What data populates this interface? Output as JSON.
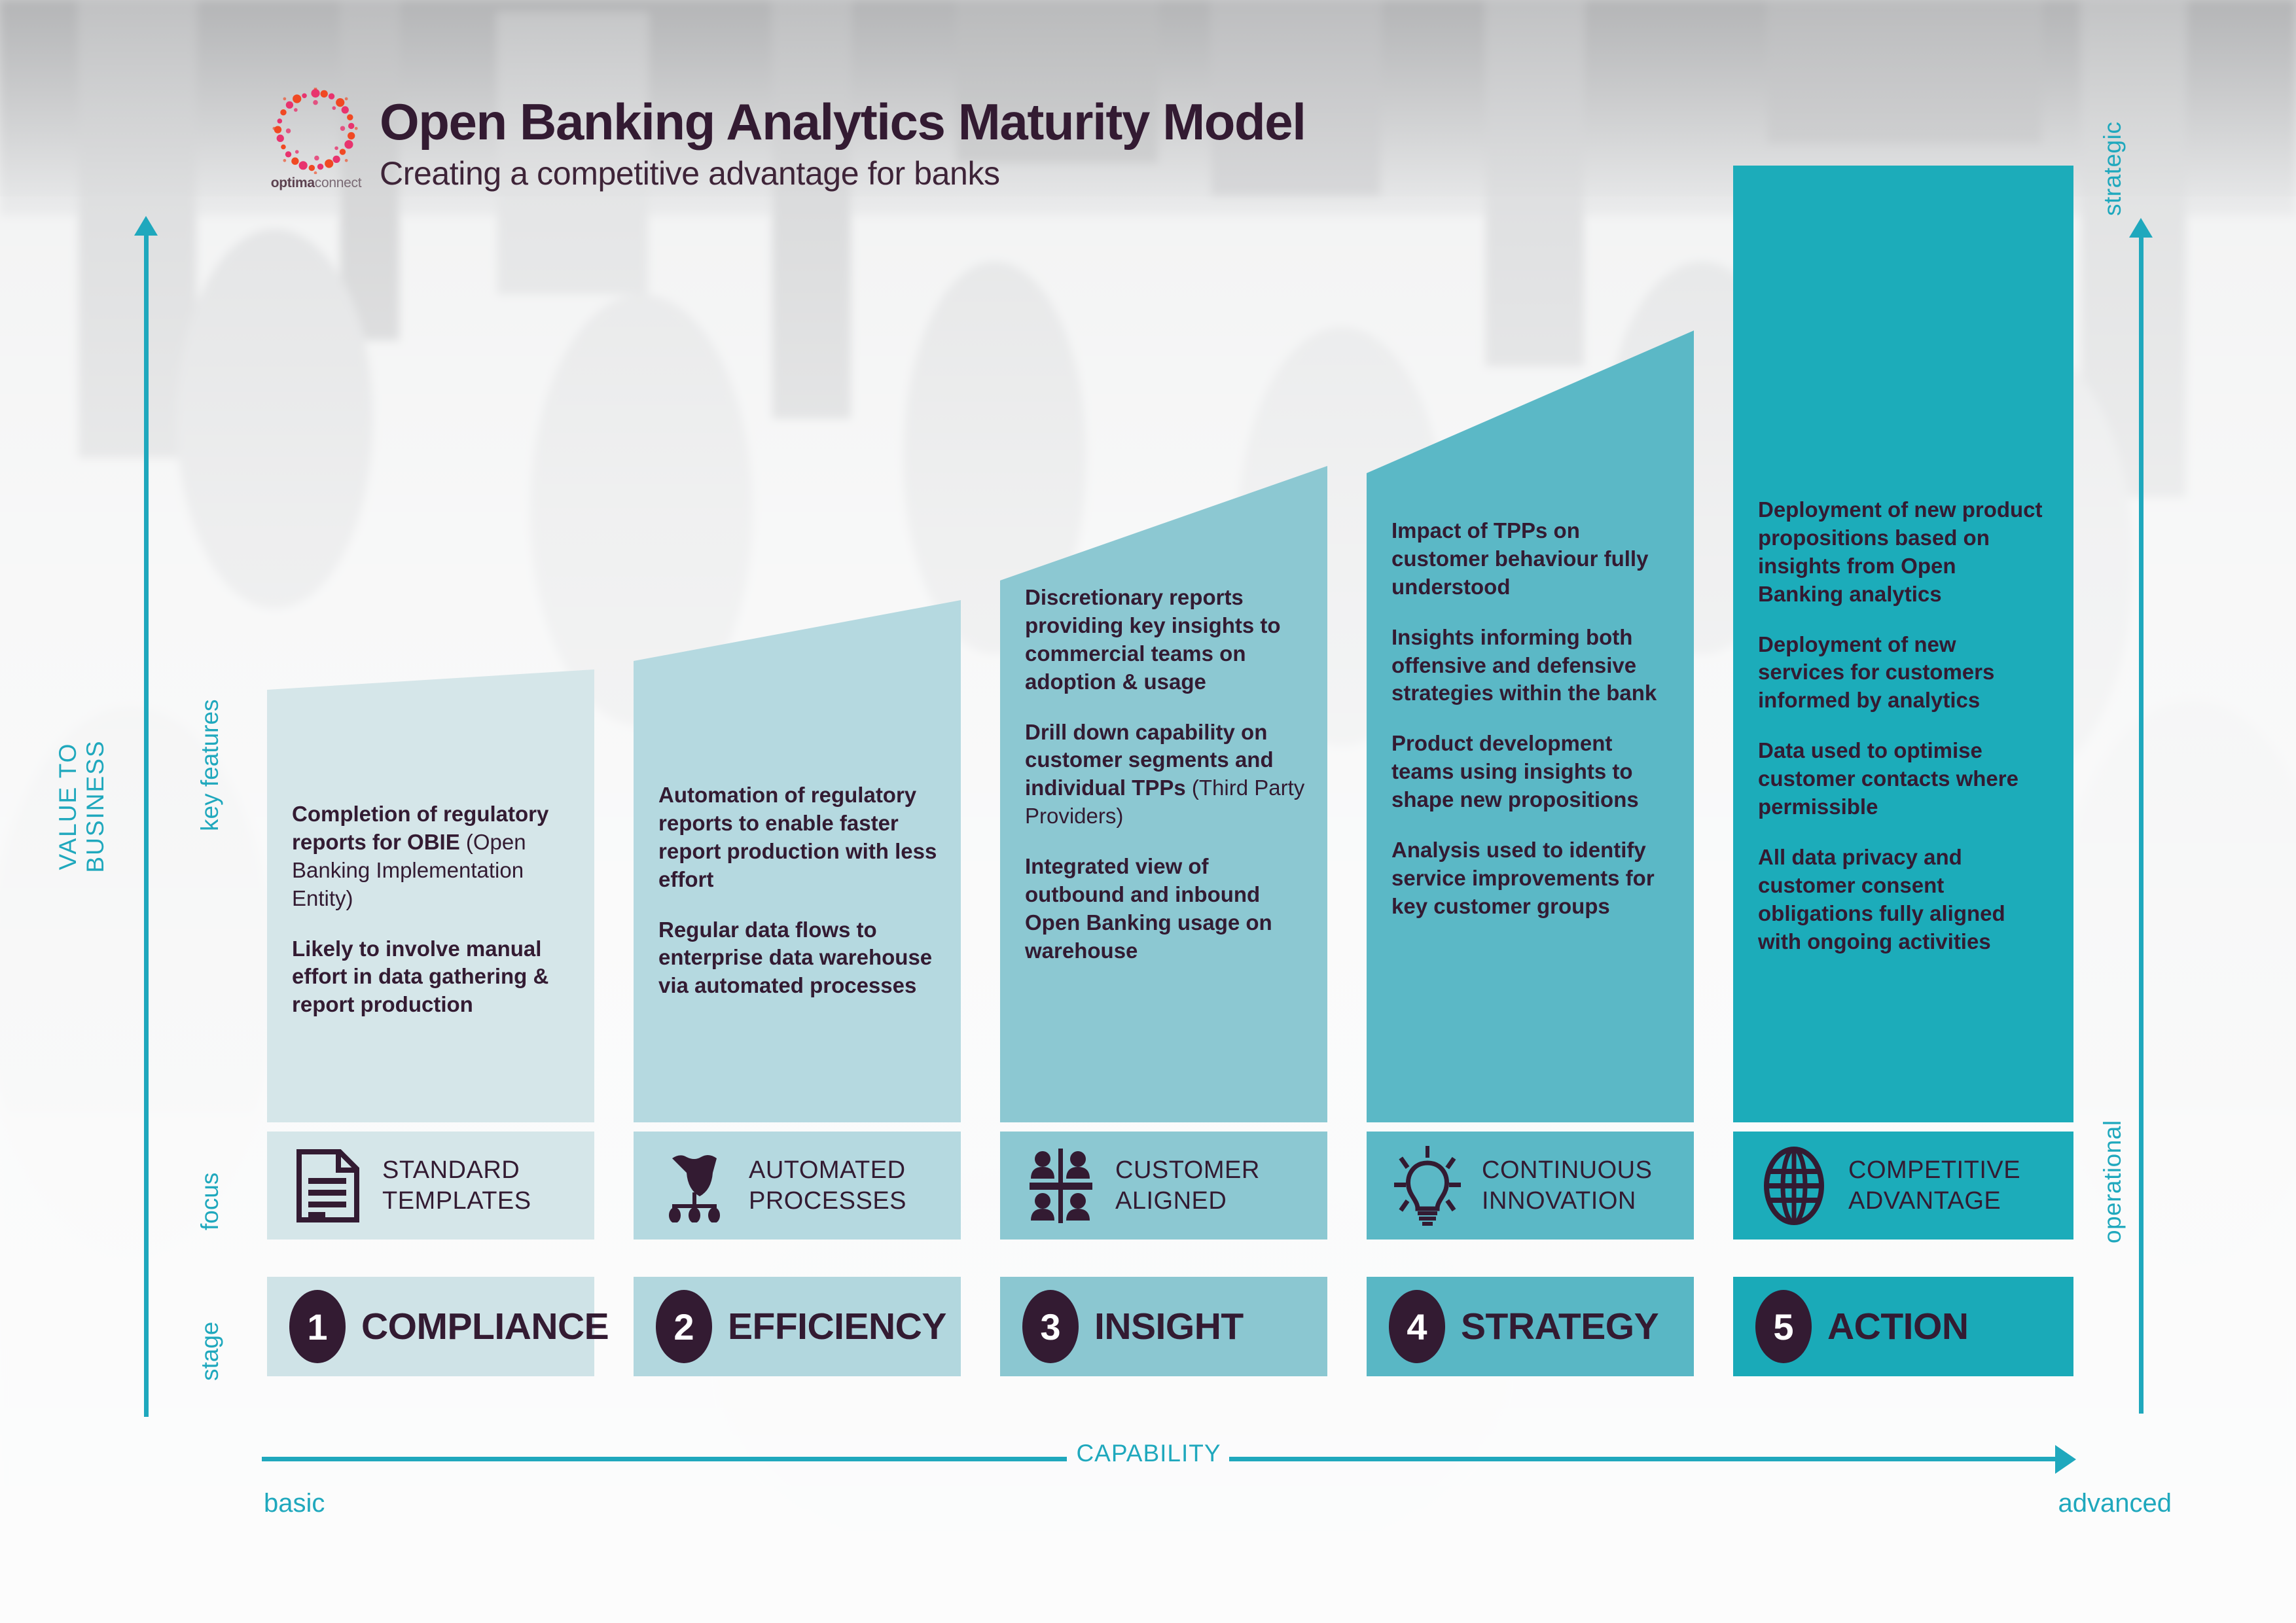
{
  "brand": {
    "logo_name": "optimaconnect",
    "logo_bold": "optima",
    "logo_light": "connect",
    "accent": "#1fa8bd",
    "dark": "#331b32"
  },
  "header": {
    "title": "Open Banking Analytics Maturity Model",
    "subtitle": "Creating a competitive advantage for banks"
  },
  "axes": {
    "y_label": "VALUE TO BUSINESS",
    "x_label": "CAPABILITY",
    "x_min_label": "basic",
    "x_max_label": "advanced",
    "right_top_label": "strategic",
    "right_bottom_label": "operational",
    "row_labels": {
      "key_features": "key features",
      "focus": "focus",
      "stage": "stage"
    }
  },
  "chart_data": {
    "type": "bar",
    "title": "Open Banking Analytics Maturity Model",
    "subtitle": "Creating a competitive advantage for banks",
    "xlabel": "CAPABILITY",
    "ylabel": "VALUE TO BUSINESS",
    "categories": [
      "COMPLIANCE",
      "EFFICIENCY",
      "INSIGHT",
      "STRATEGY",
      "ACTION"
    ],
    "values": [
      1,
      2,
      3,
      4,
      5
    ],
    "legend_position": "none",
    "grid": false,
    "note": "Ascending staircase of five maturity stages; bar height grows left to right from basic/operational to advanced/strategic."
  },
  "columns": [
    {
      "stage_number": "1",
      "stage_label": "COMPLIANCE",
      "focus_label_line1": "STANDARD",
      "focus_label_line2": "TEMPLATES",
      "focus_icon": "document-icon",
      "color": "#d5e6e9",
      "key_features": [
        {
          "bold": "Completion of regulatory reports for OBIE ",
          "thin": "(Open Banking Implementation Entity)"
        },
        {
          "bold": "Likely to involve manual effort in data gathering & report production",
          "thin": ""
        }
      ]
    },
    {
      "stage_number": "2",
      "stage_label": "EFFICIENCY",
      "focus_label_line1": "AUTOMATED",
      "focus_label_line2": "PROCESSES",
      "focus_icon": "gear-process-icon",
      "color": "#b5d9e0",
      "key_features": [
        {
          "bold": "Automation of regulatory reports to enable faster report production with less effort",
          "thin": ""
        },
        {
          "bold": "Regular data flows to enterprise data warehouse via automated processes",
          "thin": ""
        }
      ]
    },
    {
      "stage_number": "3",
      "stage_label": "INSIGHT",
      "focus_label_line1": "CUSTOMER",
      "focus_label_line2": "ALIGNED",
      "focus_icon": "people-icon",
      "color": "#8cc8d2",
      "key_features": [
        {
          "bold": "Discretionary reports providing key insights to commercial teams on adoption & usage",
          "thin": ""
        },
        {
          "bold": "Drill down capability on customer segments and individual TPPs ",
          "thin": "(Third Party Providers)"
        },
        {
          "bold": "Integrated view of outbound and inbound Open Banking usage on warehouse",
          "thin": ""
        }
      ]
    },
    {
      "stage_number": "4",
      "stage_label": "STRATEGY",
      "focus_label_line1": "CONTINUOUS",
      "focus_label_line2": "INNOVATION",
      "focus_icon": "lightbulb-icon",
      "color": "#5bb8c6",
      "key_features": [
        {
          "bold": "Impact of TPPs on customer behaviour fully understood",
          "thin": ""
        },
        {
          "bold": "Insights informing both offensive and defensive strategies within the bank",
          "thin": ""
        },
        {
          "bold": "Product development teams using insights to shape new propositions",
          "thin": ""
        },
        {
          "bold": "Analysis used to identify service improvements for key customer groups",
          "thin": ""
        }
      ]
    },
    {
      "stage_number": "5",
      "stage_label": "ACTION",
      "focus_label_line1": "COMPETITIVE",
      "focus_label_line2": "ADVANTAGE",
      "focus_icon": "globe-icon",
      "color": "#1cacba",
      "key_features": [
        {
          "bold": "Deployment of new product propositions based on insights from Open Banking analytics",
          "thin": ""
        },
        {
          "bold": "Deployment of new services for customers informed by analytics",
          "thin": ""
        },
        {
          "bold": "Data used to optimise customer contacts where permissible",
          "thin": ""
        },
        {
          "bold": "All data privacy and customer consent obligations fully aligned with ongoing activities",
          "thin": ""
        }
      ]
    }
  ]
}
